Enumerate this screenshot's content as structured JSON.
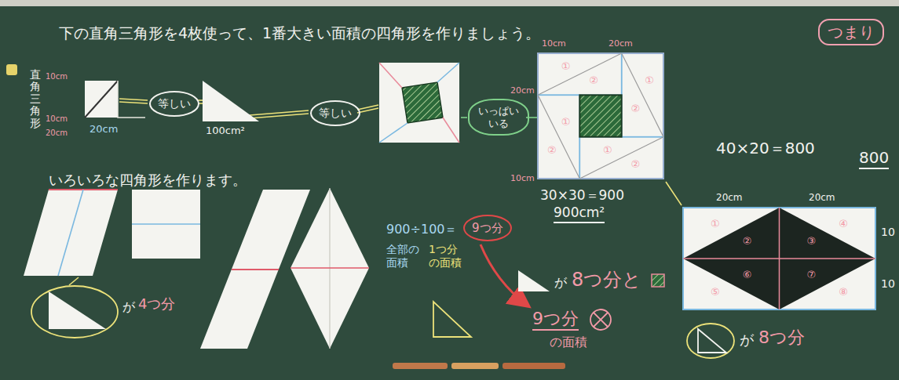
{
  "diagram": {
    "title": "下の直角三角形を4枚使って、1番大きい面積の四角形を作りましょう。",
    "nodes": [
      {
        "text": [
          "つまり"
        ]
      },
      {
        "text": [
          "等しい"
        ]
      },
      {
        "text": [
          "等しい"
        ]
      },
      {
        "text": [
          "いっぱい いる"
        ]
      },
      {
        "text": [
          "9つ分"
        ]
      }
    ],
    "labels": [
      "直角三角形",
      "10cm",
      "10cm",
      "20cm",
      "20cm",
      "100cm²",
      "いろいろな四角形を作ります。",
      "10cm",
      "20cm",
      "20cm",
      "10cm",
      "①",
      "②",
      "①",
      "②",
      "①",
      "②",
      "①",
      "②",
      "30×30＝900",
      "900cm²",
      "40×20＝800",
      "800",
      "20cm",
      "20cm",
      "10",
      "10",
      "①",
      "②",
      "③",
      "④",
      "⑤",
      "⑥",
      "⑦",
      "⑧",
      "900÷100＝",
      "全部の面積",
      "1つ分の面積",
      "が",
      "8つ分と",
      "9つ分",
      "の面積",
      "が",
      "8つ分",
      "が",
      "4つ分"
    ]
  }
}
